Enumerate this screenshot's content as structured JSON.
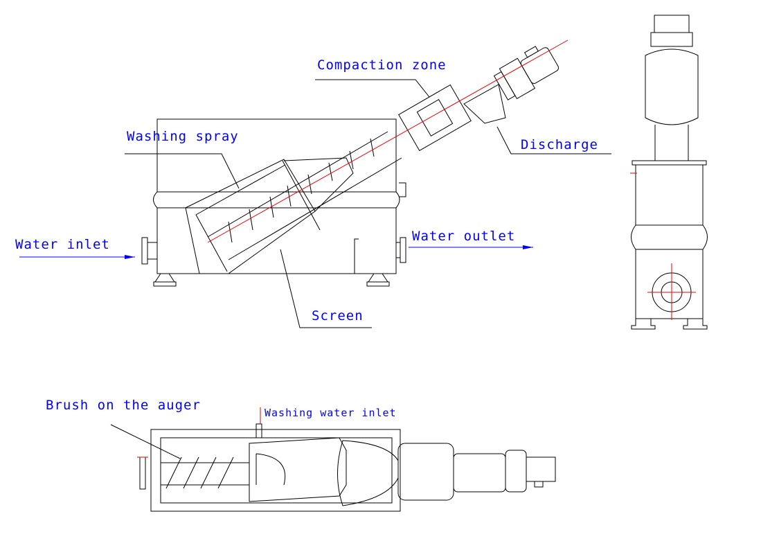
{
  "labels": {
    "compaction_zone": "Compaction zone",
    "washing_spray": "Washing spray",
    "discharge": "Discharge",
    "water_inlet": "Water inlet",
    "water_outlet": "Water outlet",
    "screen": "Screen",
    "brush_on_auger": "Brush on the auger",
    "washing_water_inlet": "Washing water inlet"
  },
  "colors": {
    "label": "#0000ff",
    "centerline": "#ee0000",
    "outline": "#000000"
  }
}
